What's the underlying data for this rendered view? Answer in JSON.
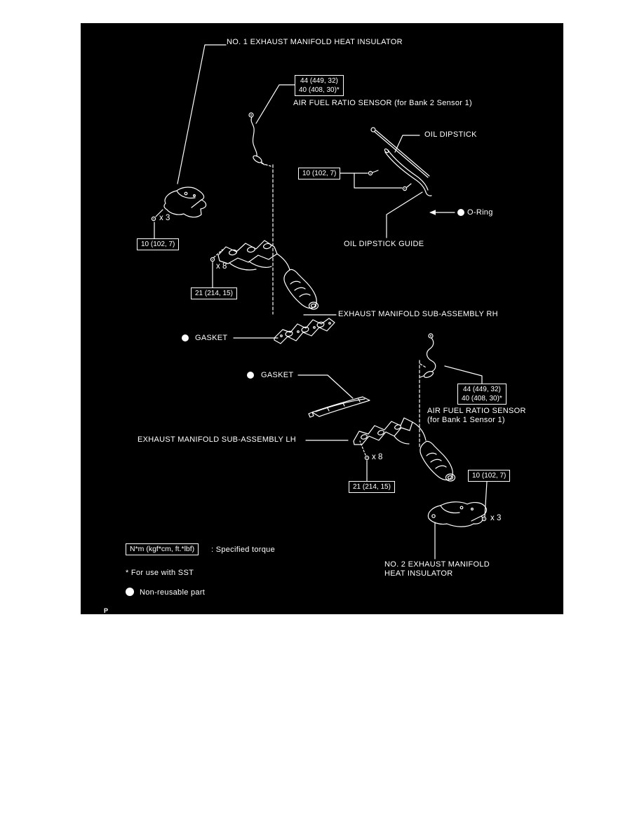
{
  "page": {
    "marker": "P",
    "colors": {
      "background": "#ffffff",
      "diagram_bg": "#000000",
      "line": "#ffffff",
      "text": "#ffffff"
    }
  },
  "labels": {
    "no1_heat_insulator": "NO. 1 EXHAUST MANIFOLD HEAT INSULATOR",
    "af_sensor_bank2": "AIR FUEL RATIO SENSOR (for Bank 2 Sensor 1)",
    "oil_dipstick": "OIL DIPSTICK",
    "o_ring": "O-Ring",
    "oil_dipstick_guide": "OIL DIPSTICK GUIDE",
    "manifold_rh": "EXHAUST MANIFOLD SUB-ASSEMBLY RH",
    "gasket_upper": "GASKET",
    "gasket_lower": "GASKET",
    "af_sensor_bank1_line1": "AIR FUEL RATIO SENSOR",
    "af_sensor_bank1_line2": "(for Bank 1 Sensor 1)",
    "manifold_lh": "EXHAUST MANIFOLD SUB-ASSEMBLY LH",
    "no2_heat_insulator_line1": "NO. 2 EXHAUST MANIFOLD",
    "no2_heat_insulator_line2": "HEAT INSULATOR"
  },
  "torque_specs": {
    "af_sensor_bank2_line1": "44 (449, 32)",
    "af_sensor_bank2_line2": "40 (408, 30)*",
    "af_sensor_bank1_line1": "44 (449, 32)",
    "af_sensor_bank1_line2": "40 (408, 30)*",
    "dipstick_guide": "10 (102, 7)",
    "no1_insulator": "10 (102, 7)",
    "no2_insulator": "10 (102, 7)",
    "manifold_rh": "21 (214, 15)",
    "manifold_lh": "21 (214, 15)"
  },
  "fastener_counts": {
    "no1_insulator": "x 3",
    "manifold_rh": "x 8",
    "manifold_lh": "x 8",
    "no2_insulator": "x 3"
  },
  "legend": {
    "torque_unit_box": "N*m (kgf*cm, ft.*lbf)",
    "torque_caption": ": Specified torque",
    "sst_note": "* For use with SST",
    "non_reusable": "Non-reusable part"
  }
}
